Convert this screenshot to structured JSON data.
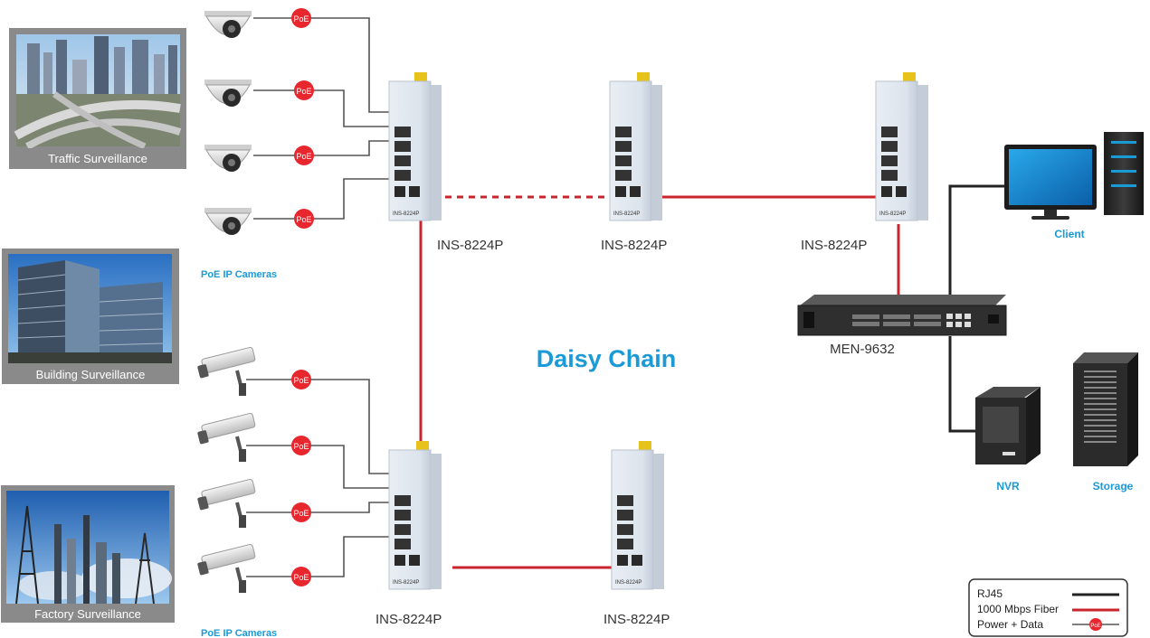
{
  "colors": {
    "accent_blue": "#1a9ad6",
    "fiber_red": "#c8262c",
    "copper_dark": "#555555",
    "rj45_black": "#222222",
    "poe_red": "#e8262e",
    "caption_bg": "#8a8a8a",
    "switch_body": "#dfe6ee"
  },
  "sites": [
    {
      "caption": "Traffic Surveillance",
      "photo": "city-highway-photo"
    },
    {
      "caption": "Building Surveillance",
      "photo": "office-building-photo"
    },
    {
      "caption": "Factory Surveillance",
      "photo": "industrial-plant-photo"
    }
  ],
  "camera_groups": [
    {
      "label": "PoE IP Cameras",
      "camera_type": "dome-camera-icon",
      "count": 4
    },
    {
      "label": "PoE IP Cameras",
      "camera_type": "bullet-camera-icon",
      "count": 4
    }
  ],
  "poe_badge": "PoE",
  "switches": [
    {
      "model": "INS-8224P",
      "front_label": "INS-8224P"
    },
    {
      "model": "INS-8224P",
      "front_label": "INS-8224P"
    },
    {
      "model": "INS-8224P",
      "front_label": "INS-8224P"
    },
    {
      "model": "INS-8224P",
      "front_label": "INS-8224P"
    },
    {
      "model": "INS-8224P",
      "front_label": "INS-8224P"
    }
  ],
  "core_switch": {
    "model": "MEN-9632"
  },
  "center_label": "Daisy Chain",
  "endpoints": {
    "client": "Client",
    "nvr": "NVR",
    "storage": "Storage"
  },
  "legend": {
    "items": [
      {
        "label": "RJ45",
        "style": "black-line"
      },
      {
        "label": "1000 Mbps Fiber",
        "style": "red-line"
      },
      {
        "label": "Power + Data",
        "style": "poe-line",
        "badge": "PoE"
      }
    ]
  }
}
